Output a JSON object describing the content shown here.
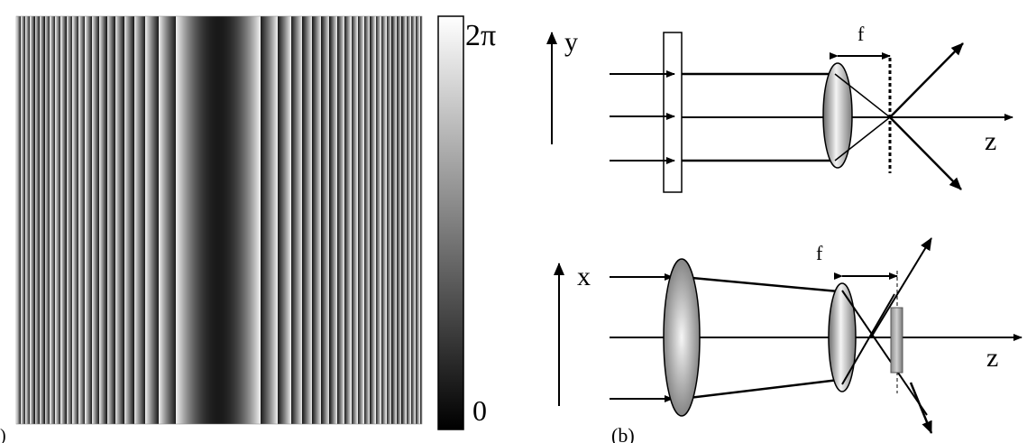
{
  "panel_a": {
    "label": ")",
    "colorbar": {
      "max_label": "2π",
      "min_label": "0"
    }
  },
  "panel_b": {
    "label": "(b)",
    "top": {
      "axis_label": "y",
      "focal_label": "f",
      "optical_axis_label": "z"
    },
    "bottom": {
      "axis_label": "x",
      "focal_label": "f",
      "optical_axis_label": "z"
    }
  }
}
